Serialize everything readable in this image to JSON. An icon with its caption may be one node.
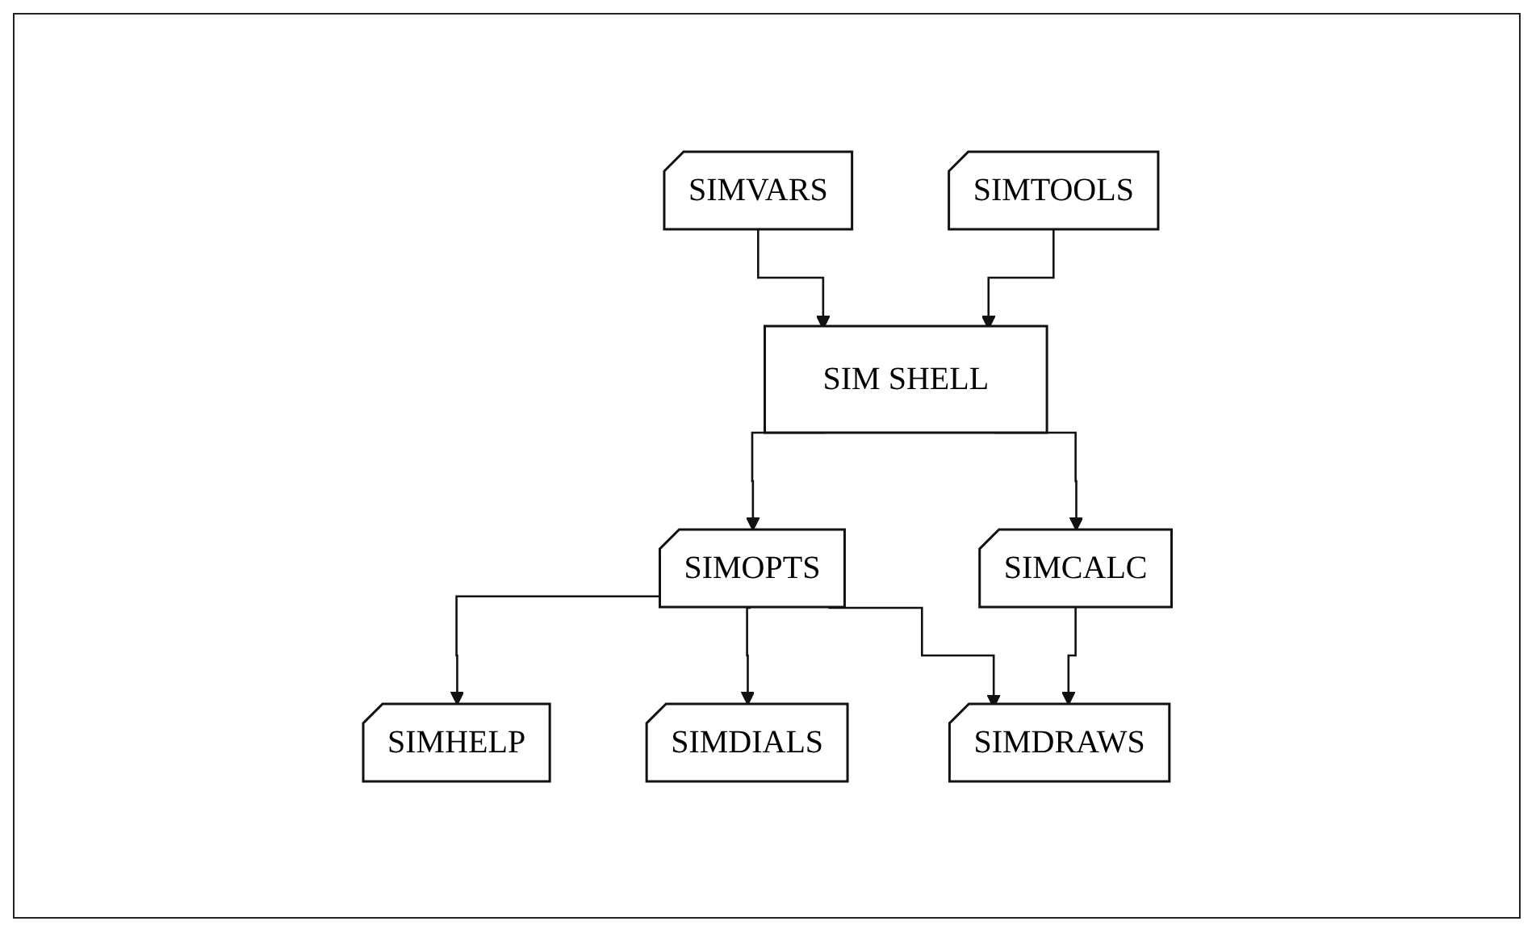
{
  "diagram": {
    "nodes": [
      {
        "text": [
          "SIMVARS"
        ]
      },
      {
        "text": [
          "SIMTOOLS"
        ]
      },
      {
        "text": [
          "SIM SHELL"
        ]
      },
      {
        "text": [
          "SIMOPTS"
        ]
      },
      {
        "text": [
          "SIMCALC"
        ]
      },
      {
        "text": [
          "SIMHELP"
        ]
      },
      {
        "text": [
          "SIMDIALS"
        ]
      },
      {
        "text": [
          "SIMDRAWS"
        ]
      }
    ],
    "edges": [
      {
        "from": 0,
        "to": 2,
        "arrow": "to"
      },
      {
        "from": 1,
        "to": 2,
        "arrow": "to"
      },
      {
        "from": 2,
        "to": 3,
        "arrow": "to"
      },
      {
        "from": 2,
        "to": 4,
        "arrow": "to"
      },
      {
        "from": 3,
        "to": 5,
        "arrow": "to"
      },
      {
        "from": 3,
        "to": 6,
        "arrow": "to"
      },
      {
        "from": 3,
        "to": 7,
        "arrow": "to"
      },
      {
        "from": 4,
        "to": 7,
        "arrow": "to"
      }
    ]
  }
}
